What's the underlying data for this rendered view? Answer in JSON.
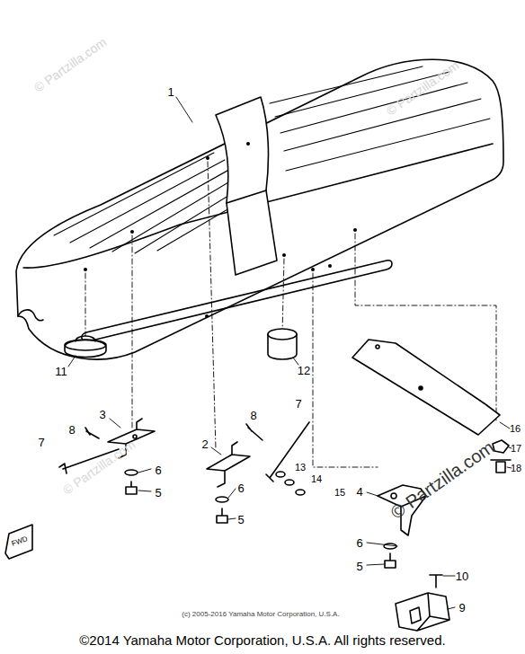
{
  "diagram": {
    "caption": "©2014 Yamaha Motor Corporation, U.S.A. All rights reserved.",
    "labels": [
      "1",
      "11",
      "3",
      "8",
      "7",
      "6",
      "5",
      "2",
      "8",
      "7",
      "6",
      "5",
      "12",
      "13",
      "14",
      "15",
      "4",
      "6",
      "5",
      "10",
      "9",
      "16",
      "17",
      "18",
      "FWD",
      "© Partzilla.com",
      "© Partzilla.com",
      "© Partzilla.com",
      "© Partzilla.com",
      "(c) 2005-2016 Yamaha Motor Corporation, U.S.A."
    ]
  }
}
